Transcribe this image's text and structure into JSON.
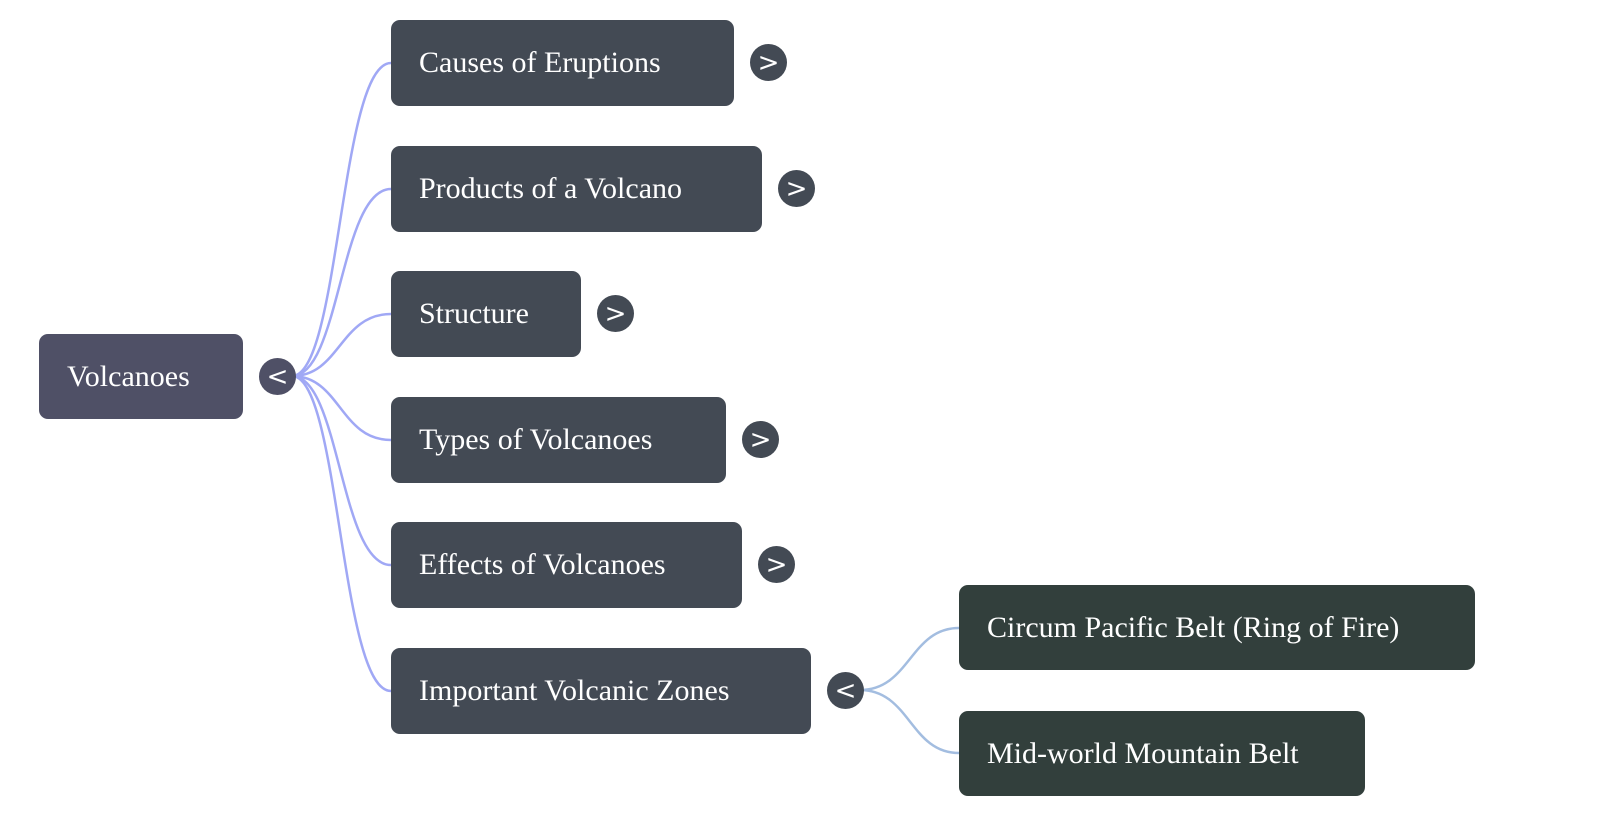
{
  "root": {
    "label": "Volcanoes",
    "toggle": "<"
  },
  "children": [
    {
      "label": "Causes of Eruptions",
      "toggle": ">"
    },
    {
      "label": "Products of a Volcano",
      "toggle": ">"
    },
    {
      "label": "Structure",
      "toggle": ">"
    },
    {
      "label": "Types of Volcanoes",
      "toggle": ">"
    },
    {
      "label": "Effects of Volcanoes",
      "toggle": ">"
    },
    {
      "label": "Important Volcanic Zones",
      "toggle": "<"
    }
  ],
  "zones": [
    {
      "label": "Circum Pacific Belt (Ring of Fire)"
    },
    {
      "label": "Mid-world Mountain Belt"
    }
  ],
  "colors": {
    "root": "#4f5066",
    "level1": "#434a54",
    "level2": "#323f3c",
    "link1": "#a0a8f5",
    "link2": "#a3bde0"
  }
}
